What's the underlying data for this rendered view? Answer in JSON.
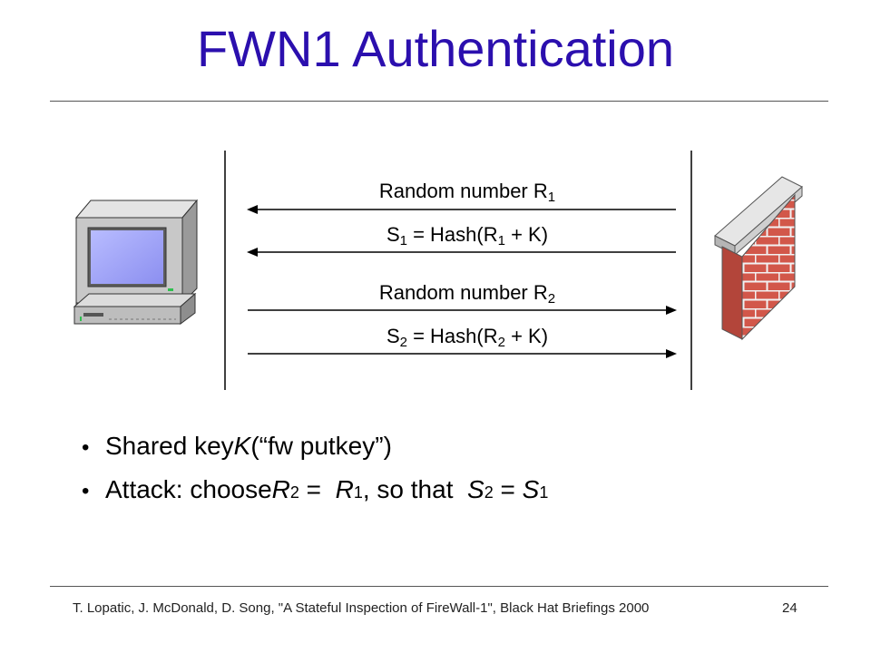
{
  "slide": {
    "title": "FWN1 Authentication",
    "footer_citation": "T. Lopatic, J. McDonald, D. Song, \"A Stateful Inspection of FireWall-1\", Black Hat Briefings 2000",
    "page_number": "24"
  },
  "messages": [
    {
      "pre": "Random number R",
      "sub": "1",
      "mid": "",
      "sub2": "",
      "post": "",
      "direction": "left"
    },
    {
      "pre": "S",
      "sub": "1",
      "mid": " = Hash(R",
      "sub2": "1",
      "post": " + K)",
      "direction": "left"
    },
    {
      "pre": "Random number R",
      "sub": "2",
      "mid": "",
      "sub2": "",
      "post": "",
      "direction": "right"
    },
    {
      "pre": "S",
      "sub": "2",
      "mid": " = Hash(R",
      "sub2": "2",
      "post": " + K)",
      "direction": "right"
    }
  ],
  "bullets": {
    "b1_pre": "Shared key ",
    "b1_key": "K",
    "b1_post": " (“fw putkey”)",
    "b2_pre": "Attack: choose ",
    "b2_v1": "R",
    "b2_s1": "2",
    "b2_eq1": " =  ",
    "b2_v2": "R",
    "b2_s2": "1",
    "b2_mid": ", so that  ",
    "b2_v3": "S",
    "b2_s3": "2",
    "b2_eq2": " = ",
    "b2_v4": "S",
    "b2_s4": "1"
  },
  "colors": {
    "title": "#2b0fae",
    "brick": "#d2574a",
    "mortar": "#f2f2f2",
    "monitor": "#c8c8c8",
    "screen": "#9ea2f4"
  },
  "icons": [
    "computer-icon",
    "firewall-icon"
  ]
}
